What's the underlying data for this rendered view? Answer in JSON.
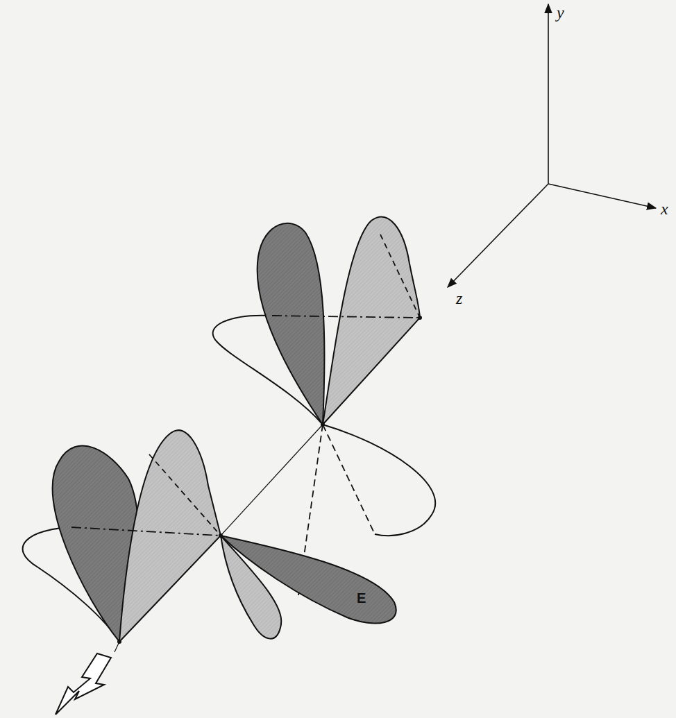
{
  "diagram": {
    "labels": [
      "y",
      "x",
      "z",
      "E"
    ]
  }
}
